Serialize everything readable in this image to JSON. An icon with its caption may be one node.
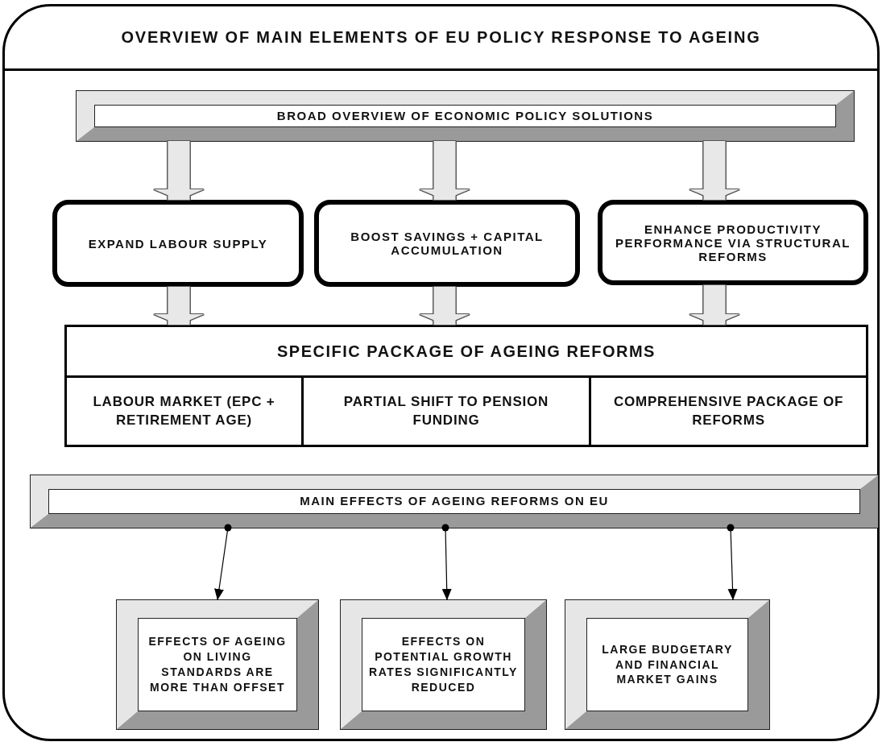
{
  "diagram": {
    "nodes": [
      {
        "text": [
          "OVERVIEW OF MAIN ELEMENTS OF EU POLICY RESPONSE TO AGEING"
        ]
      },
      {
        "text": [
          "BROAD OVERVIEW OF ECONOMIC POLICY SOLUTIONS"
        ],
        "in": 0
      },
      {
        "text": [
          "EXPAND LABOUR SUPPLY"
        ],
        "in": 0
      },
      {
        "text": [
          "BOOST SAVINGS + CAPITAL ACCUMULATION"
        ],
        "in": 0
      },
      {
        "text": [
          "ENHANCE PRODUCTIVITY PERFORMANCE VIA STRUCTURAL REFORMS"
        ],
        "in": 0
      },
      {
        "text": [
          "SPECIFIC PACKAGE OF AGEING REFORMS"
        ],
        "in": 0
      },
      {
        "text": [
          "LABOUR MARKET (EPC + RETIREMENT AGE)"
        ],
        "in": 5
      },
      {
        "text": [
          "PARTIAL SHIFT TO PENSION FUNDING"
        ],
        "in": 5
      },
      {
        "text": [
          "COMPREHENSIVE PACKAGE OF REFORMS"
        ],
        "in": 5
      },
      {
        "text": [
          "MAIN EFFECTS OF AGEING REFORMS ON EU"
        ],
        "in": 0
      },
      {
        "text": [
          "EFFECTS OF AGEING ON LIVING STANDARDS ARE MORE THAN OFFSET"
        ],
        "in": 0
      },
      {
        "text": [
          "EFFECTS ON POTENTIAL GROWTH RATES SIGNIFICANTLY REDUCED"
        ],
        "in": 0
      },
      {
        "text": [
          "LARGE BUDGETARY AND FINANCIAL MARKET GAINS"
        ],
        "in": 0
      }
    ],
    "edges": [
      {
        "from": 1,
        "to": 2,
        "arrow": "to"
      },
      {
        "from": 1,
        "to": 3,
        "arrow": "to"
      },
      {
        "from": 1,
        "to": 4,
        "arrow": "to"
      },
      {
        "from": 2,
        "to": 5,
        "arrow": "to"
      },
      {
        "from": 3,
        "to": 5,
        "arrow": "to"
      },
      {
        "from": 4,
        "to": 5,
        "arrow": "to"
      },
      {
        "from": 9,
        "to": 10,
        "arrow": "to",
        "color": "#000000"
      },
      {
        "from": 9,
        "to": 11,
        "arrow": "to",
        "color": "#000000"
      },
      {
        "from": 9,
        "to": 12,
        "arrow": "to",
        "color": "#000000"
      }
    ]
  }
}
